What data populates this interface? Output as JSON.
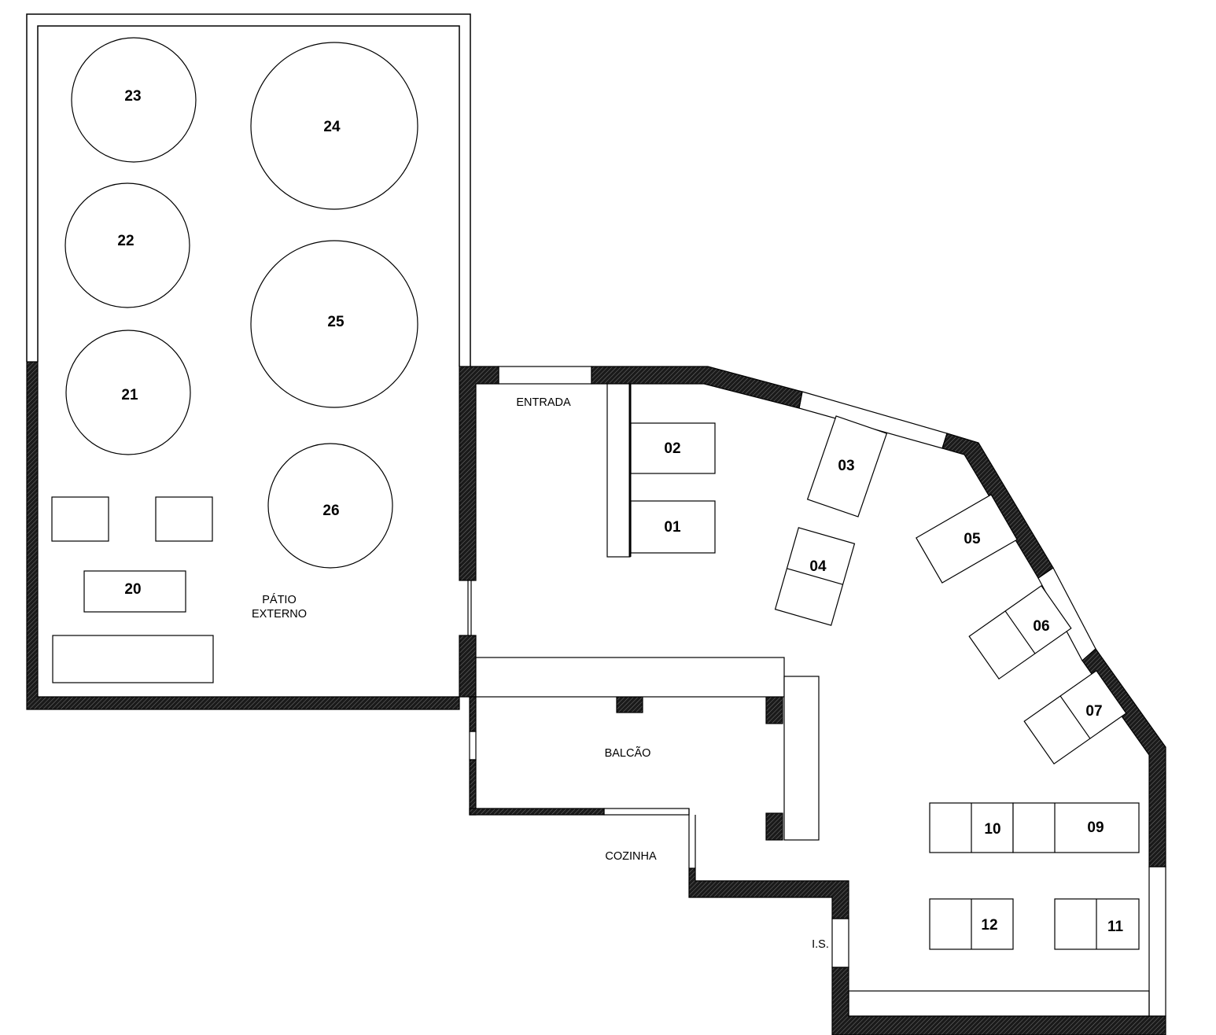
{
  "plan": {
    "colors": {
      "line": "#000000",
      "wall_hatch": "#1a1a1a",
      "background": "#ffffff"
    },
    "areas": {
      "patio": [
        "PÁTIO",
        "EXTERNO"
      ],
      "entrada": "ENTRADA",
      "balcao": "BALCÃO",
      "cozinha": "COZINHA",
      "is": "I.S."
    },
    "tables": {
      "t01": "01",
      "t02": "02",
      "t03": "03",
      "t04": "04",
      "t05": "05",
      "t06": "06",
      "t07": "07",
      "t09": "09",
      "t10": "10",
      "t11": "11",
      "t12": "12",
      "t20": "20",
      "t21": "21",
      "t22": "22",
      "t23": "23",
      "t24": "24",
      "t25": "25",
      "t26": "26"
    }
  }
}
